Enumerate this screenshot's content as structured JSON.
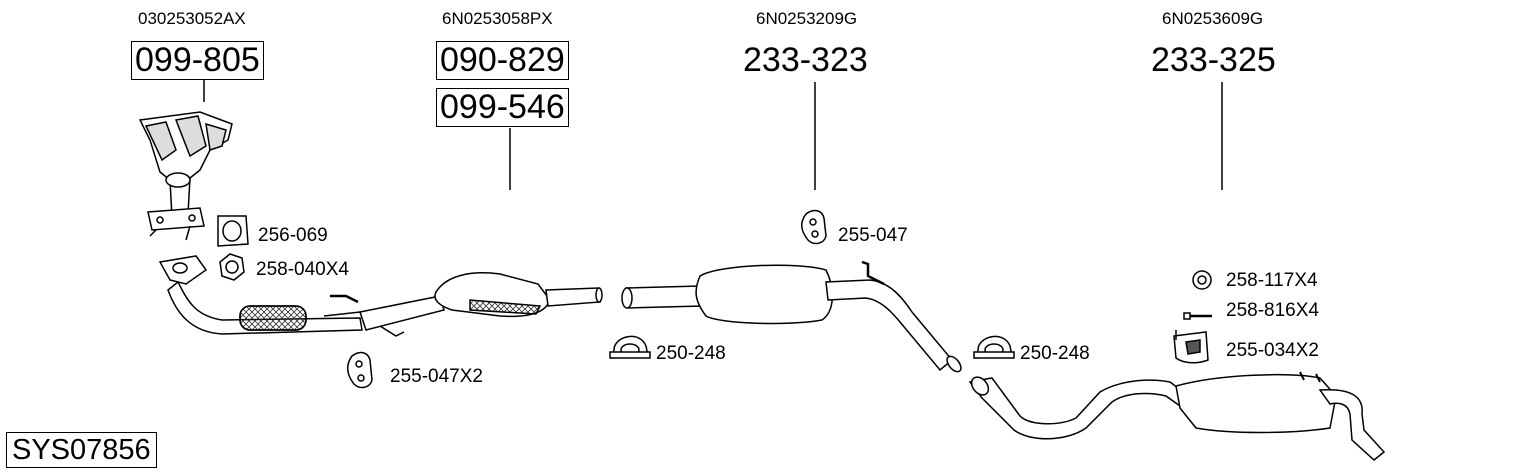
{
  "system_code": "SYS07856",
  "main_parts": [
    {
      "oem": "030253052AX",
      "codes": [
        "099-805"
      ],
      "boxed": true
    },
    {
      "oem": "6N0253058PX",
      "codes": [
        "090-829",
        "099-546"
      ],
      "boxed": true
    },
    {
      "oem": "6N0253209G",
      "codes": [
        "233-323"
      ],
      "boxed": false
    },
    {
      "oem": "6N0253609G",
      "codes": [
        "233-325"
      ],
      "boxed": false
    }
  ],
  "accessories": [
    {
      "label": "256-069",
      "icon": "gasket-icon"
    },
    {
      "label": "258-040X4",
      "icon": "nut-icon"
    },
    {
      "label": "255-047X2",
      "icon": "rubber-hanger-icon"
    },
    {
      "label": "255-047",
      "icon": "rubber-hanger-icon"
    },
    {
      "label": "250-248",
      "icon": "clamp-icon"
    },
    {
      "label": "250-248",
      "icon": "clamp-icon"
    },
    {
      "label": "258-117X4",
      "icon": "washer-icon"
    },
    {
      "label": "258-816X4",
      "icon": "bolt-icon"
    },
    {
      "label": "255-034X2",
      "icon": "mounting-bracket-icon"
    }
  ]
}
